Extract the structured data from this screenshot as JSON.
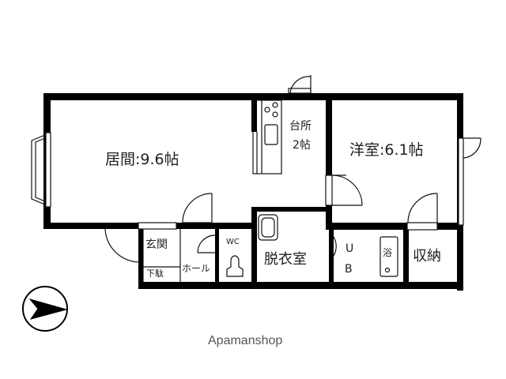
{
  "floor_plan": {
    "rooms": {
      "living": {
        "label": "居間:9.6帖"
      },
      "kitchen": {
        "line1": "台所",
        "line2": "2帖"
      },
      "western_room": {
        "label": "洋室:6.1帖"
      },
      "entrance": {
        "label": "玄関"
      },
      "shoe_box": {
        "label": "下駄"
      },
      "hall": {
        "label": "ホール"
      },
      "toilet": {
        "label": "WC"
      },
      "dressing_room": {
        "label": "脱衣室"
      },
      "unit_bath": {
        "line1": "U",
        "line2": "B"
      },
      "bath": {
        "label": "浴"
      },
      "storage": {
        "label": "収納"
      }
    },
    "colors": {
      "wall": "#000000",
      "line": "#111111",
      "background": "#ffffff"
    }
  },
  "compass": {
    "icon": "north-arrow-icon"
  },
  "watermark": {
    "text": "Apamanshop"
  }
}
